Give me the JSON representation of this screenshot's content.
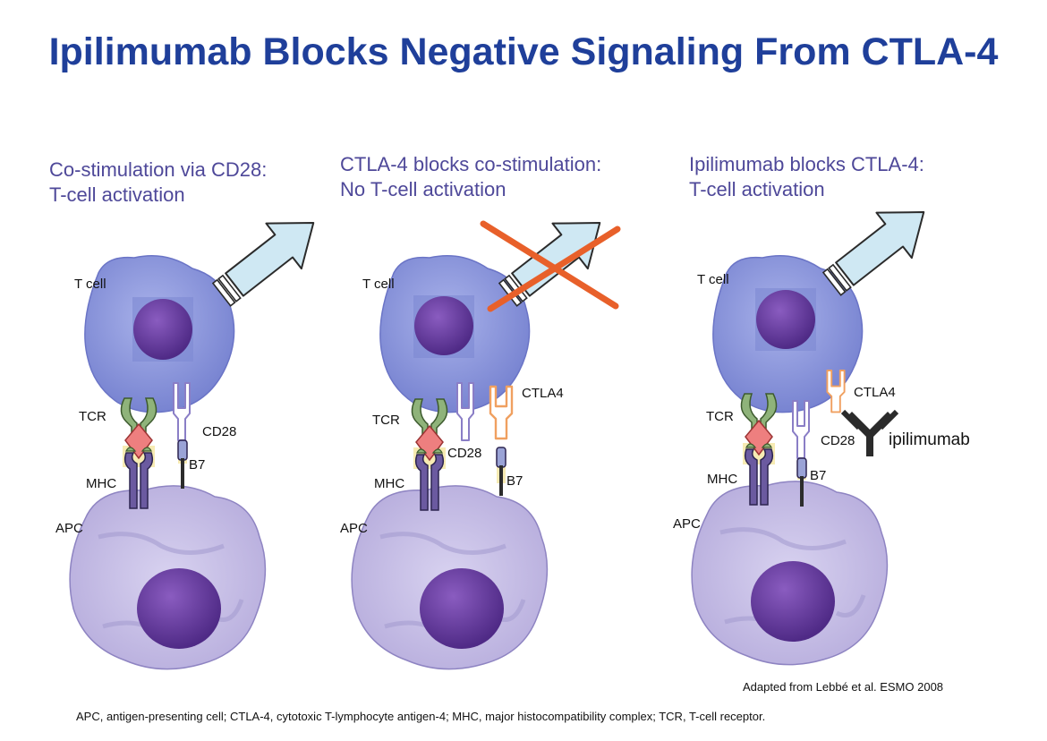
{
  "title": "Ipilimumab Blocks Negative Signaling From CTLA-4",
  "panels": [
    {
      "heading_line1": "Co-stimulation via CD28:",
      "heading_line2": "T-cell activation",
      "labels": {
        "t_cell": "T cell",
        "tcr": "TCR",
        "mhc": "MHC",
        "apc": "APC",
        "cd28": "CD28",
        "b7": "B7"
      }
    },
    {
      "heading_line1": "CTLA-4 blocks co-stimulation:",
      "heading_line2": "No T-cell activation",
      "labels": {
        "t_cell": "T cell",
        "tcr": "TCR",
        "mhc": "MHC",
        "apc": "APC",
        "cd28": "CD28",
        "b7": "B7",
        "ctla4": "CTLA4"
      }
    },
    {
      "heading_line1": "Ipilimumab blocks CTLA-4:",
      "heading_line2": "T-cell activation",
      "labels": {
        "t_cell": "T cell",
        "tcr": "TCR",
        "mhc": "MHC",
        "apc": "APC",
        "cd28": "CD28",
        "b7": "B7",
        "ctla4": "CTLA4",
        "ipilimumab": "ipilimumab"
      }
    }
  ],
  "source": "Adapted from Lebbé et al. ESMO 2008",
  "footnote": "APC, antigen-presenting cell; CTLA-4, cytotoxic T-lymphocyte antigen-4; MHC, major histocompatibility complex; TCR, T-cell receptor.",
  "colors": {
    "title": "#1f3f9a",
    "heading": "#4e4899",
    "t_cell": "#8a95dd",
    "nucleus": "#6a3fa0",
    "apc": "#c9c2e6",
    "arrow": "#cfe8f3",
    "blocked_x": "#e8602a",
    "tcr": "#8fb37a",
    "antigen": "#ee7f7f",
    "ctla4": "#f0a060"
  }
}
